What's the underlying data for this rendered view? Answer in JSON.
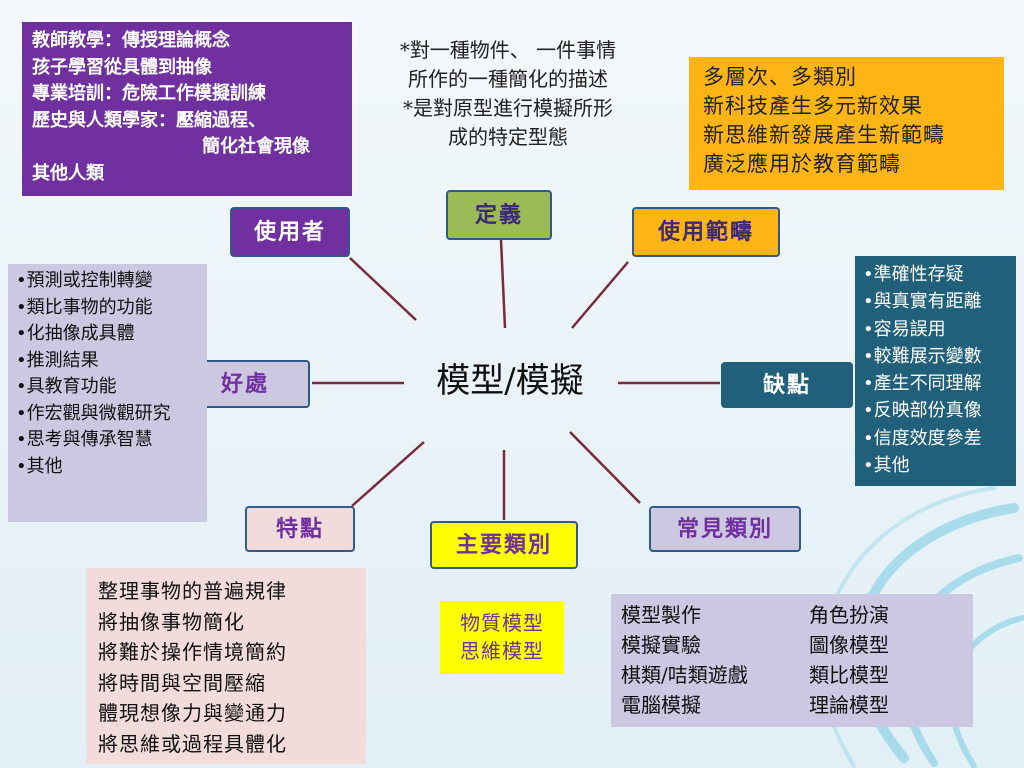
{
  "center": {
    "title": "模型/模擬"
  },
  "labels": {
    "users": "使用者",
    "definition": "定義",
    "scope": "使用範疇",
    "benefits": "好處",
    "drawbacks": "缺點",
    "features": "特點",
    "main_types": "主要類別",
    "common_types": "常見類別"
  },
  "boxes": {
    "users": [
      "教師教學：傳授理論概念",
      "孩子學習從具體到抽像",
      "專業培訓：危險工作模擬訓練",
      "歷史與人類學家：壓縮過程、",
      "簡化社會現像",
      "其他人類"
    ],
    "definition": [
      "*對一種物件、 一件事情",
      "所作的一種簡化的描述",
      "*是對原型進行模擬所形",
      "成的特定型態"
    ],
    "scope": [
      "多層次、多類別",
      "新科技產生多元新效果",
      "新思維新發展產生新範疇",
      "廣泛應用於教育範疇"
    ],
    "benefits": [
      "•預測或控制轉變",
      "•類比事物的功能",
      "•化抽像成具體",
      "•推測結果",
      "•具教育功能",
      "•作宏觀與微觀研究",
      "•思考與傳承智慧",
      "•其他"
    ],
    "drawbacks": [
      "•準確性存疑",
      "•與真實有距離",
      "•容易誤用",
      "•較難展示變數",
      "•產生不同理解",
      "•反映部份真像",
      "•信度效度參差",
      "•其他"
    ],
    "features": [
      "整理事物的普遍規律",
      "將抽像事物簡化",
      "將難於操作情境簡約",
      "將時間與空間壓縮",
      "體現想像力與變通力",
      "將思維或過程具體化"
    ],
    "main_types": [
      "物質模型",
      "思維模型"
    ],
    "common_types": {
      "left": [
        "模型製作",
        "模擬實驗",
        "棋類/咭類遊戲",
        "電腦模擬"
      ],
      "right": [
        "角色扮演",
        "圖像模型",
        "類比模型",
        "理論模型"
      ]
    }
  },
  "colors": {
    "purple": "#7030a0",
    "green": "#9bbb59",
    "orange": "#fdb515",
    "lavender": "#ccc8e2",
    "teal": "#20607a",
    "pink": "#f2dcdb",
    "yellow": "#ffff00",
    "line": "#7a2a3a"
  }
}
